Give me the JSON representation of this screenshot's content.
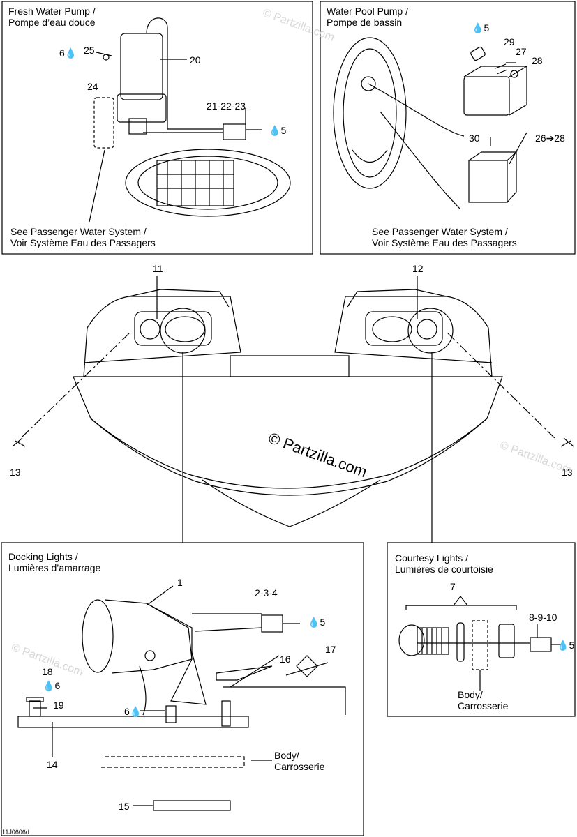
{
  "panels": {
    "fresh_water_pump": {
      "title1": "Fresh Water Pump /",
      "title2": "Pompe d’eau douce",
      "see1": "See Passenger Water System /",
      "see2": "Voir Système Eau des Passagers"
    },
    "water_pool_pump": {
      "title1": "Water Pool Pump /",
      "title2": "Pompe de bassin",
      "see1": "See Passenger Water System /",
      "see2": "Voir Système Eau des Passagers"
    },
    "docking_lights": {
      "title1": "Docking Lights /",
      "title2": "Lumières d’amarrage",
      "body1": "Body/",
      "body2": "Carrosserie"
    },
    "courtesy_lights": {
      "title1": "Courtesy Lights /",
      "title2": "Lumières de courtoisie",
      "body1": "Body/",
      "body2": "Carrosserie"
    }
  },
  "callouts": {
    "p20": "20",
    "p24": "24",
    "p25": "25",
    "p6a": "6",
    "p21": "21-22-23",
    "p5a": "5",
    "p29": "29",
    "p27": "27",
    "p28": "28",
    "p5b": "5",
    "p30": "30",
    "p26": "26➔28",
    "p11": "11",
    "p12": "12",
    "p13a": "13",
    "p13b": "13",
    "p1": "1",
    "p234": "2-3-4",
    "p5c": "5",
    "p16": "16",
    "p17": "17",
    "p18": "18",
    "p6b": "6",
    "p19": "19",
    "p6c": "6",
    "p14": "14",
    "p15": "15",
    "p7": "7",
    "p8910": "8-9-10",
    "p5d": "5"
  },
  "watermark": "© Partzilla.com",
  "ghost_watermark": "© Partzilla.com",
  "diagram_code": "11J0606d"
}
